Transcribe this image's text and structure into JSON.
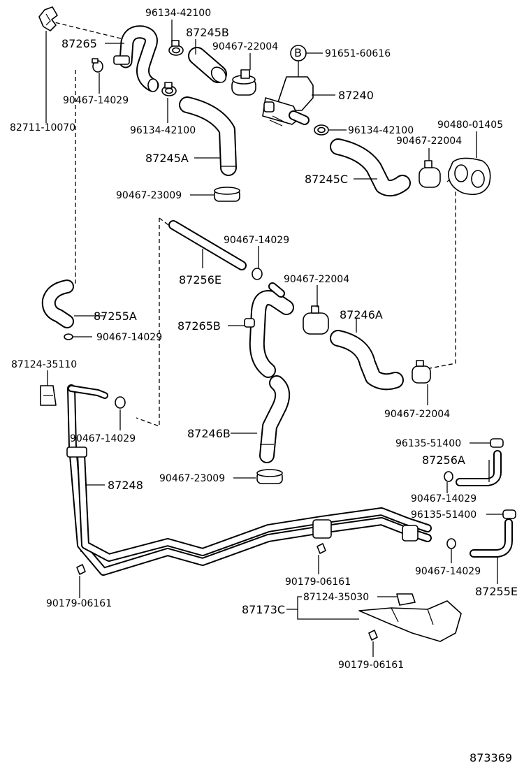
{
  "diagram_id": "873369",
  "callout_b": "B",
  "labels": {
    "l96134_top": "96134-42100",
    "l87245B": "87245B",
    "l87265": "87265",
    "l90467_22004_top": "90467-22004",
    "l91651": "91651-60616",
    "l87240": "87240",
    "l90467_14029_a": "90467-14029",
    "l82711": "82711-10070",
    "l96134_mid": "96134-42100",
    "l96134_right": "96134-42100",
    "l90480": "90480-01405",
    "l90467_22004_b": "90467-22004",
    "l87245A": "87245A",
    "l87245C": "87245C",
    "l90467_23009_a": "90467-23009",
    "l90467_14029_b": "90467-14029",
    "l87256E": "87256E",
    "l90467_22004_c": "90467-22004",
    "l87255A": "87255A",
    "l87265B": "87265B",
    "l87246A": "87246A",
    "l90467_14029_c": "90467-14029",
    "l87124_35110": "87124-35110",
    "l90467_22004_d": "90467-22004",
    "l90467_14029_d": "90467-14029",
    "l87246B": "87246B",
    "l96135_a": "96135-51400",
    "l87256A": "87256A",
    "l90467_23009_b": "90467-23009",
    "l87248": "87248",
    "l90467_14029_e": "90467-14029",
    "l96135_b": "96135-51400",
    "l90467_14029_f": "90467-14029",
    "l90179_a": "90179-06161",
    "l87255E": "87255E",
    "l90179_b": "90179-06161",
    "l87173C": "87173C",
    "l87124_35030": "87124-35030",
    "l90179_c": "90179-06161"
  }
}
